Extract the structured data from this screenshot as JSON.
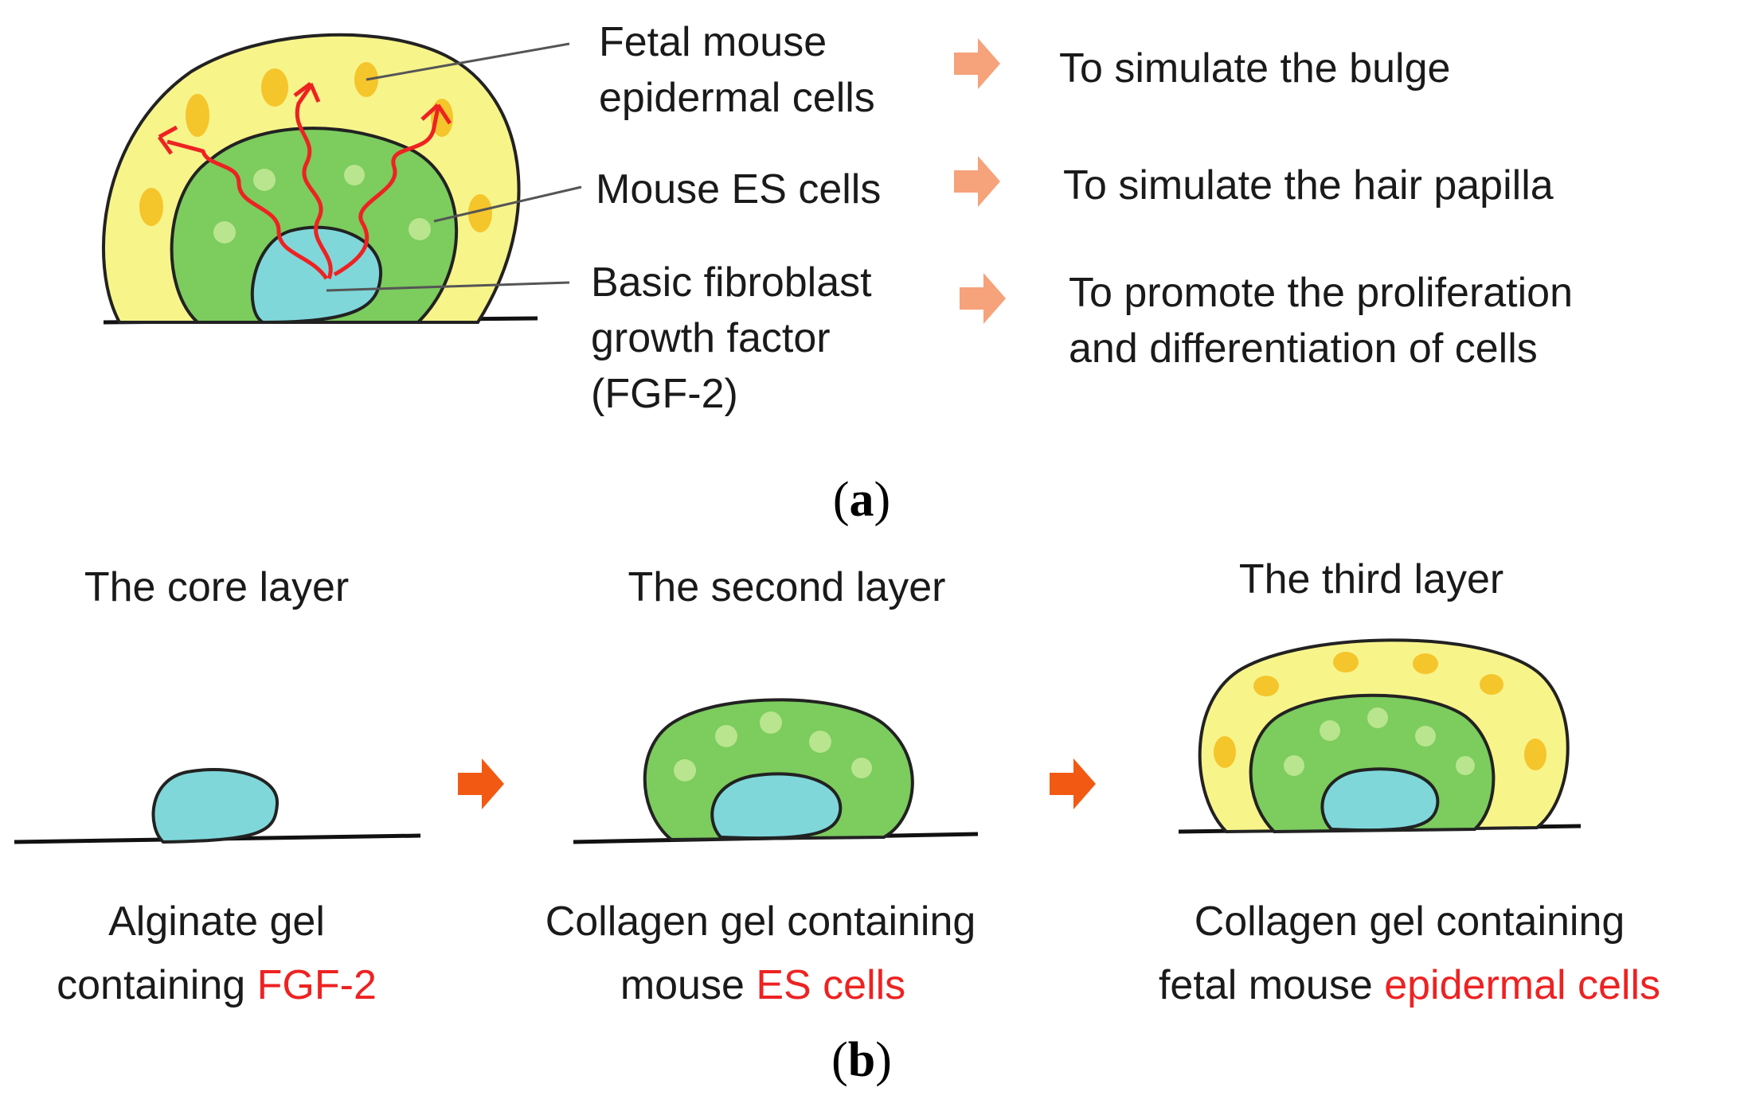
{
  "panel_a": {
    "label_open": "(",
    "label_letter": "a",
    "label_close": ")",
    "labels": [
      {
        "lines": [
          "Fetal mouse",
          "epidermal cells"
        ],
        "purpose": "To simulate the bulge",
        "purpose_lines": [
          "To simulate the bulge"
        ]
      },
      {
        "lines": [
          "Mouse ES cells"
        ],
        "purpose_lines": [
          "To simulate the hair papilla"
        ]
      },
      {
        "lines": [
          "Basic fibroblast",
          "growth factor",
          "(FGF-2)"
        ],
        "purpose_lines": [
          "To promote the proliferation",
          "and differentiation of cells"
        ]
      }
    ]
  },
  "panel_b": {
    "label_open": "(",
    "label_letter": "b",
    "label_close": ")",
    "steps": [
      {
        "title": "The core layer",
        "desc_line1": "Alginate gel",
        "desc_line2_plain": "containing ",
        "desc_line2_red": "FGF-2"
      },
      {
        "title": "The second layer",
        "desc_line1": "Collagen gel containing",
        "desc_line2_plain": "mouse ",
        "desc_line2_red": "ES cells"
      },
      {
        "title": "The third layer",
        "desc_line1": "Collagen gel containing",
        "desc_line2_plain": "fetal mouse ",
        "desc_line2_red": "epidermal cells"
      }
    ]
  },
  "colors": {
    "outer_layer": "#f7f48a",
    "middle_layer": "#7ccc5e",
    "core": "#7fd7da",
    "yellow_dot": "#f5c52c",
    "green_dot": "#b9e58e",
    "arrow": "#f6a27a",
    "arrow_b": "#f25a14",
    "signal": "#ee2222",
    "highlight_text": "#ee2222"
  }
}
